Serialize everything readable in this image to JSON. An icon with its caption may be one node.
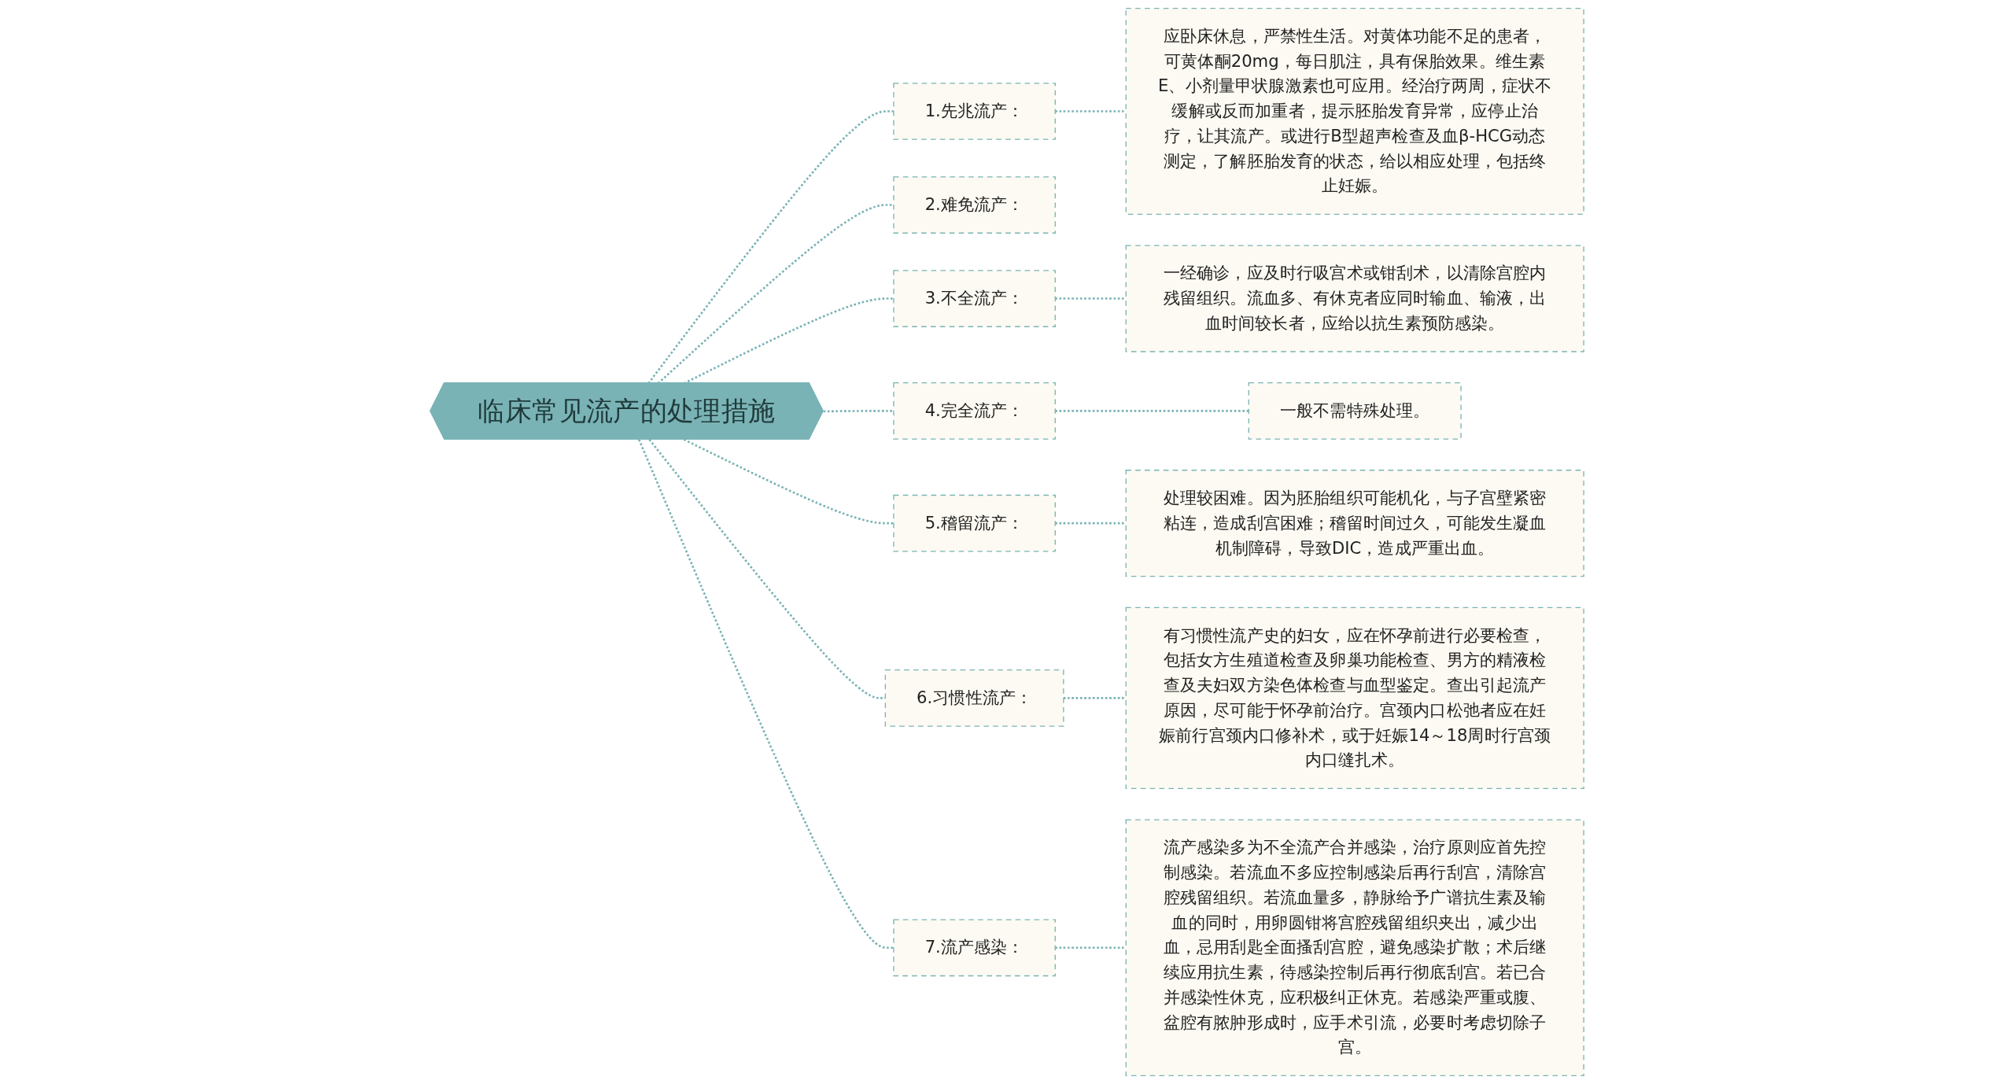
{
  "diagram": {
    "nodes": [
      {
        "text": [
          "临床常见流产的处理措施"
        ]
      },
      {
        "text": [
          "1.先兆流产："
        ]
      },
      {
        "text": [
          "应卧床休息，严禁性生活。对黄体功能不足的患者，可黄体酮20mg，每日肌注，具有保胎效果。维生素E、小剂量甲状腺激素也可应用。经治疗两周，症状不缓解或反而加重者，提示胚胎发育异常，应停止治疗，让其流产。或进行B型超声检查及血β-HCG动态测定，了解胚胎发育的状态，给以相应处理，包括终止妊娠。"
        ]
      },
      {
        "text": [
          "2.难免流产："
        ]
      },
      {
        "text": [
          "3.不全流产："
        ]
      },
      {
        "text": [
          "一经确诊，应及时行吸宫术或钳刮术，以清除宫腔内残留组织。流血多、有休克者应同时输血、输液，出血时间较长者，应给以抗生素预防感染。"
        ]
      },
      {
        "text": [
          "4.完全流产："
        ]
      },
      {
        "text": [
          "一般不需特殊处理。"
        ]
      },
      {
        "text": [
          "5.稽留流产："
        ]
      },
      {
        "text": [
          "处理较困难。因为胚胎组织可能机化，与子宫壁紧密粘连，造成刮宫困难；稽留时间过久，可能发生凝血机制障碍，导致DIC，造成严重出血。"
        ]
      },
      {
        "text": [
          "6.习惯性流产："
        ]
      },
      {
        "text": [
          "有习惯性流产史的妇女，应在怀孕前进行必要检查，包括女方生殖道检查及卵巢功能检查、男方的精液检查及夫妇双方染色体检查与血型鉴定。查出引起流产原因，尽可能于怀孕前治疗。宫颈内口松弛者应在妊娠前行宫颈内口修补术，或于妊娠14～18周时行宫颈内口缝扎术。"
        ]
      },
      {
        "text": [
          "7.流产感染："
        ]
      },
      {
        "text": [
          "流产感染多为不全流产合并感染，治疗原则应首先控制感染。若流血不多应控制感染后再行刮宫，清除宫腔残留组织。若流血量多，静脉给予广谱抗生素及输血的同时，用卵圆钳将宫腔残留组织夹出，减少出血，忌用刮匙全面搔刮宫腔，避免感染扩散；术后继续应用抗生素，待感染控制后再行彻底刮宫。若已合并感染性休克，应积极纠正休克。若感染严重或腹、盆腔有脓肿形成时，应手术引流，必要时考虑切除子宫。"
        ]
      }
    ],
    "edges": [
      {
        "from": 0,
        "to": 1,
        "arrow": "none",
        "style": "dashed"
      },
      {
        "from": 0,
        "to": 3,
        "arrow": "none",
        "style": "dashed"
      },
      {
        "from": 0,
        "to": 4,
        "arrow": "none",
        "style": "dashed"
      },
      {
        "from": 0,
        "to": 6,
        "arrow": "none",
        "style": "dashed"
      },
      {
        "from": 0,
        "to": 8,
        "arrow": "none",
        "style": "dashed"
      },
      {
        "from": 0,
        "to": 10,
        "arrow": "none",
        "style": "dashed"
      },
      {
        "from": 0,
        "to": 12,
        "arrow": "none",
        "style": "dashed"
      },
      {
        "from": 1,
        "to": 2,
        "arrow": "none",
        "style": "dashed"
      },
      {
        "from": 4,
        "to": 5,
        "arrow": "none",
        "style": "dashed"
      },
      {
        "from": 6,
        "to": 7,
        "arrow": "none",
        "style": "dashed"
      },
      {
        "from": 8,
        "to": 9,
        "arrow": "none",
        "style": "dashed"
      },
      {
        "from": 10,
        "to": 11,
        "arrow": "none",
        "style": "dashed"
      },
      {
        "from": 12,
        "to": 13,
        "arrow": "none",
        "style": "dashed"
      }
    ]
  }
}
